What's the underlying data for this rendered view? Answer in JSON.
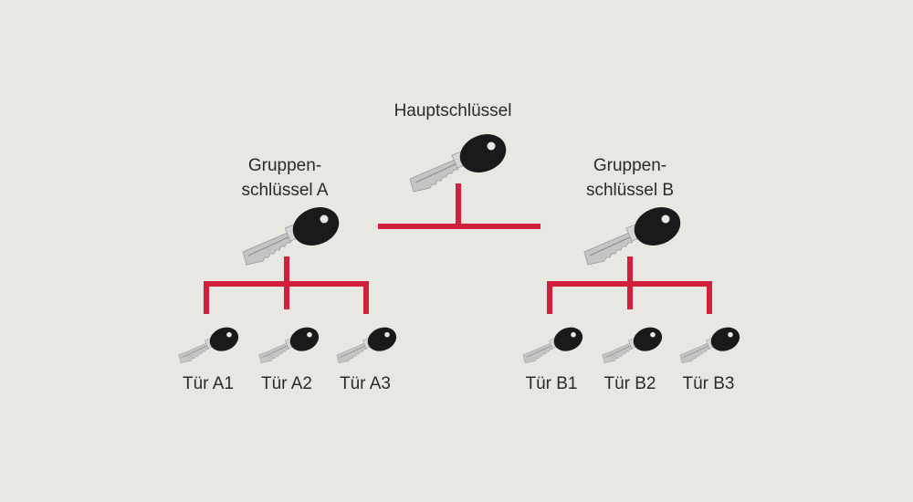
{
  "diagram": {
    "master": {
      "label": "Hauptschlüssel"
    },
    "groups": [
      {
        "label_line1": "Gruppen-",
        "label_line2": "schlüssel A",
        "doors": [
          "Tür A1",
          "Tür A2",
          "Tür A3"
        ]
      },
      {
        "label_line1": "Gruppen-",
        "label_line2": "schlüssel B",
        "doors": [
          "Tür B1",
          "Tür B2",
          "Tür B3"
        ]
      }
    ],
    "colors": {
      "connector": "#d21f3c",
      "background": "#e9e7e1",
      "key_head": "#1a1a1a",
      "key_blade": "#c4c4c4"
    },
    "icon": "key-icon"
  }
}
